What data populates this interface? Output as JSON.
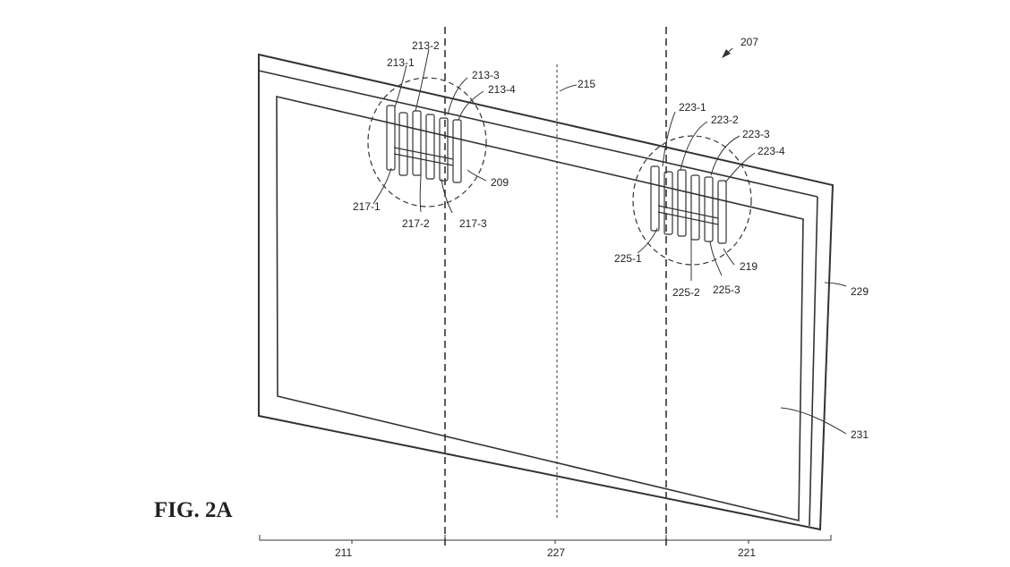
{
  "figure": {
    "title": "FIG. 2A",
    "device_ref": "207",
    "outer_frame_ref": "229",
    "screen_ref": "231",
    "center_line_ref": "215",
    "region_refs": {
      "left": "211",
      "middle": "227",
      "right": "221"
    },
    "left_cluster": {
      "circle_ref": "209",
      "top_refs": [
        "213-1",
        "213-2",
        "213-3",
        "213-4"
      ],
      "bottom_refs": [
        "217-1",
        "217-2",
        "217-3"
      ]
    },
    "right_cluster": {
      "circle_ref": "219",
      "top_refs": [
        "223-1",
        "223-2",
        "223-3",
        "223-4"
      ],
      "bottom_refs": [
        "225-1",
        "225-2",
        "225-3"
      ]
    }
  }
}
